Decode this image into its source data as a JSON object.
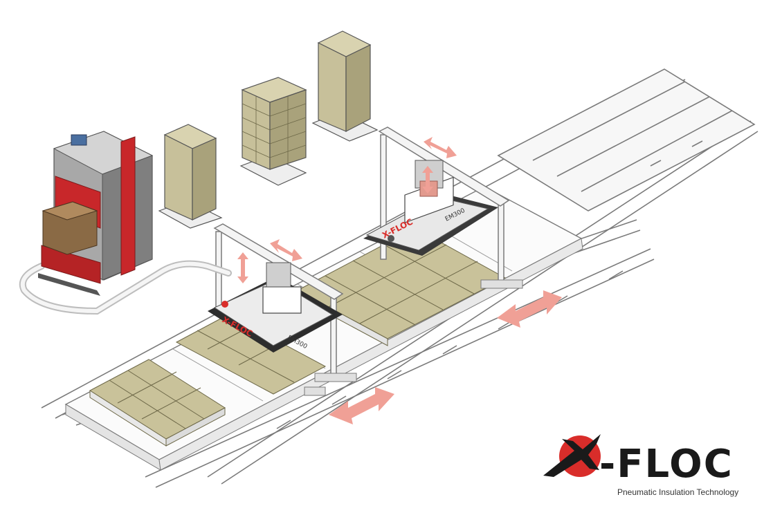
{
  "logo": {
    "brand": "X-FLOC",
    "brand_rest": "-FLOC",
    "tagline": "Pneumatic Insulation Technology",
    "machine_label": "X-FLOC",
    "robot_model": "EM300"
  },
  "colors": {
    "brand_red": "#d92d2a",
    "arrow": "#f0a096",
    "insulation": "#c9c29a",
    "insulation_dark": "#a9a27b",
    "frame": "#8a8a8a",
    "machine_grey": "#8e8e8e"
  },
  "icons": {
    "movement_arrows": "double-headed-arrow"
  }
}
